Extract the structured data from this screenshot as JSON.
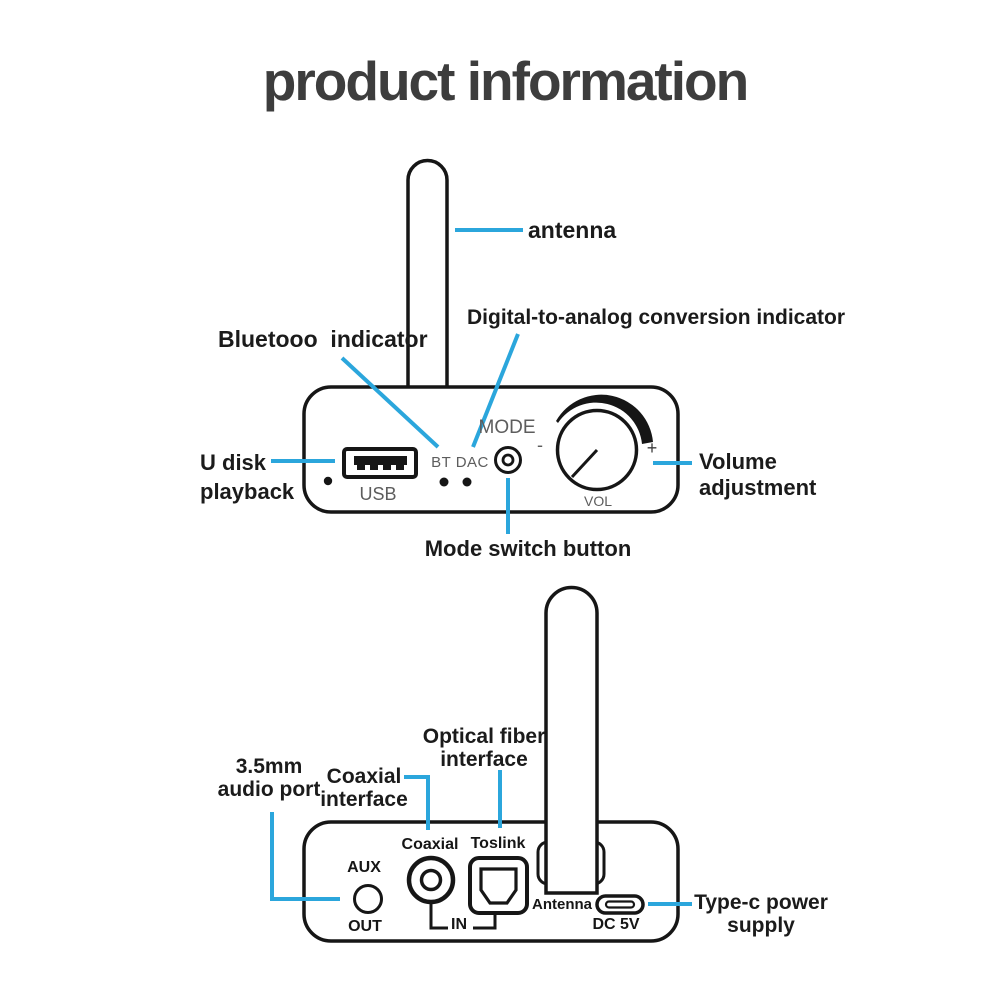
{
  "title": "product information",
  "colors": {
    "callout_line": "#2ba6dc",
    "line_art": "#161616",
    "title_text": "#3d3d3d",
    "label_text": "#1b1b1b",
    "front_panel_text": "#5d5d5d"
  },
  "front_view": {
    "callouts": {
      "antenna": "antenna",
      "bluetooth_indicator": "Bluetooo  indicator",
      "dac_indicator": "Digital-to-analog conversion indicator",
      "u_disk_playback": "U disk\nplayback",
      "volume_adjustment": "Volume\nadjustment",
      "mode_switch": "Mode switch button"
    },
    "panel_text": {
      "mode": "MODE",
      "bt_dac": "BT DAC",
      "usb": "USB",
      "vol": "VOL",
      "minus": "-",
      "plus": "+"
    }
  },
  "back_view": {
    "callouts": {
      "audio_port": "3.5mm\naudio port",
      "coaxial_interface": "Coaxial\ninterface",
      "optical_interface": "Optical fiber\ninterface",
      "type_c_power": "Type-c power\nsupply"
    },
    "panel_text": {
      "aux": "AUX",
      "out": "OUT",
      "coaxial": "Coaxial",
      "toslink": "Toslink",
      "in": "IN",
      "antenna": "Antenna",
      "dc_5v": "DC 5V"
    }
  }
}
